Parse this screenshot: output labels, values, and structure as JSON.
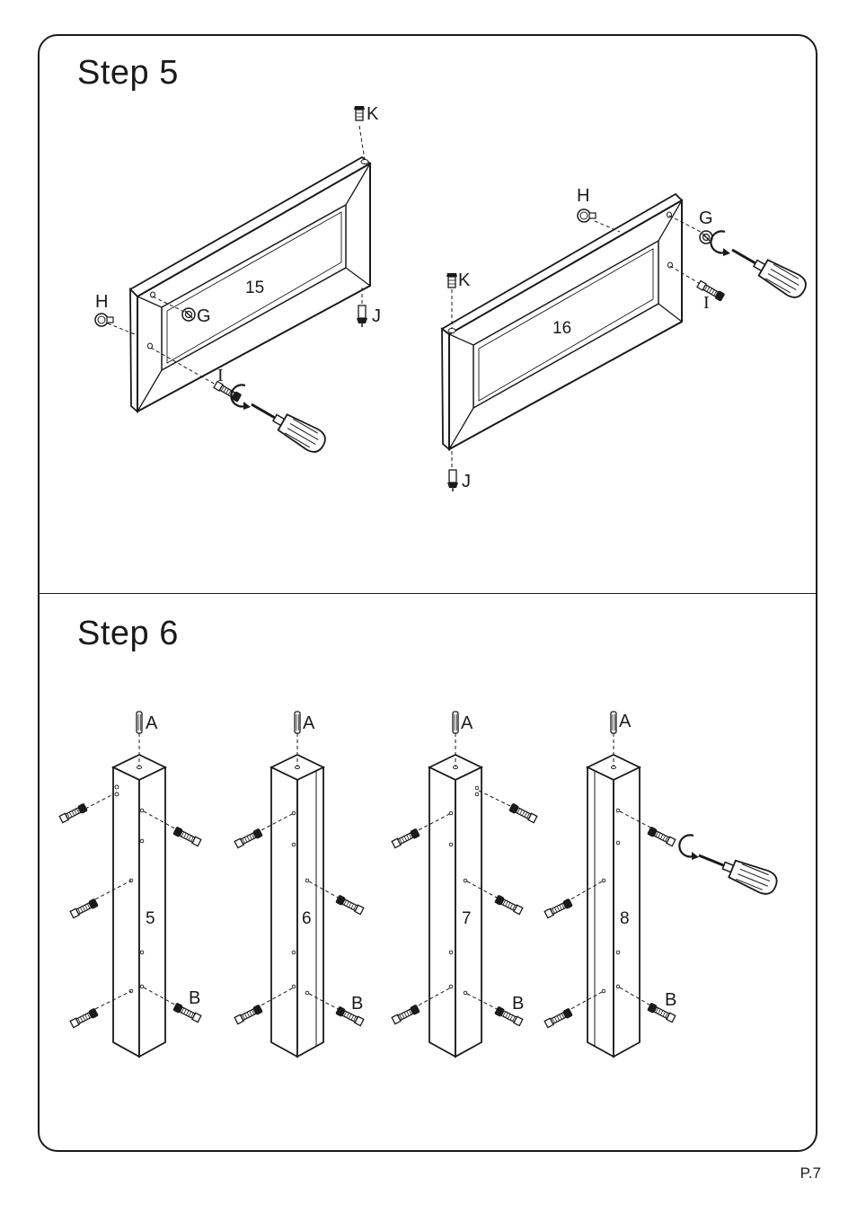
{
  "step5": {
    "title": "Step  5",
    "panels": [
      {
        "number": "15",
        "labels": {
          "H": "H",
          "G": "G",
          "I": "I",
          "K": "K",
          "J": "J"
        }
      },
      {
        "number": "16",
        "labels": {
          "H": "H",
          "G": "G",
          "I": "I",
          "K": "K",
          "J": "J"
        }
      }
    ]
  },
  "step6": {
    "title": "Step  6",
    "legs": [
      {
        "number": "5",
        "labels": {
          "A": "A",
          "B": "B"
        }
      },
      {
        "number": "6",
        "labels": {
          "A": "A",
          "B": "B"
        }
      },
      {
        "number": "7",
        "labels": {
          "A": "A",
          "B": "B"
        }
      },
      {
        "number": "8",
        "labels": {
          "A": "A",
          "B": "B"
        }
      }
    ]
  },
  "footer": {
    "page_number": "P.7"
  }
}
